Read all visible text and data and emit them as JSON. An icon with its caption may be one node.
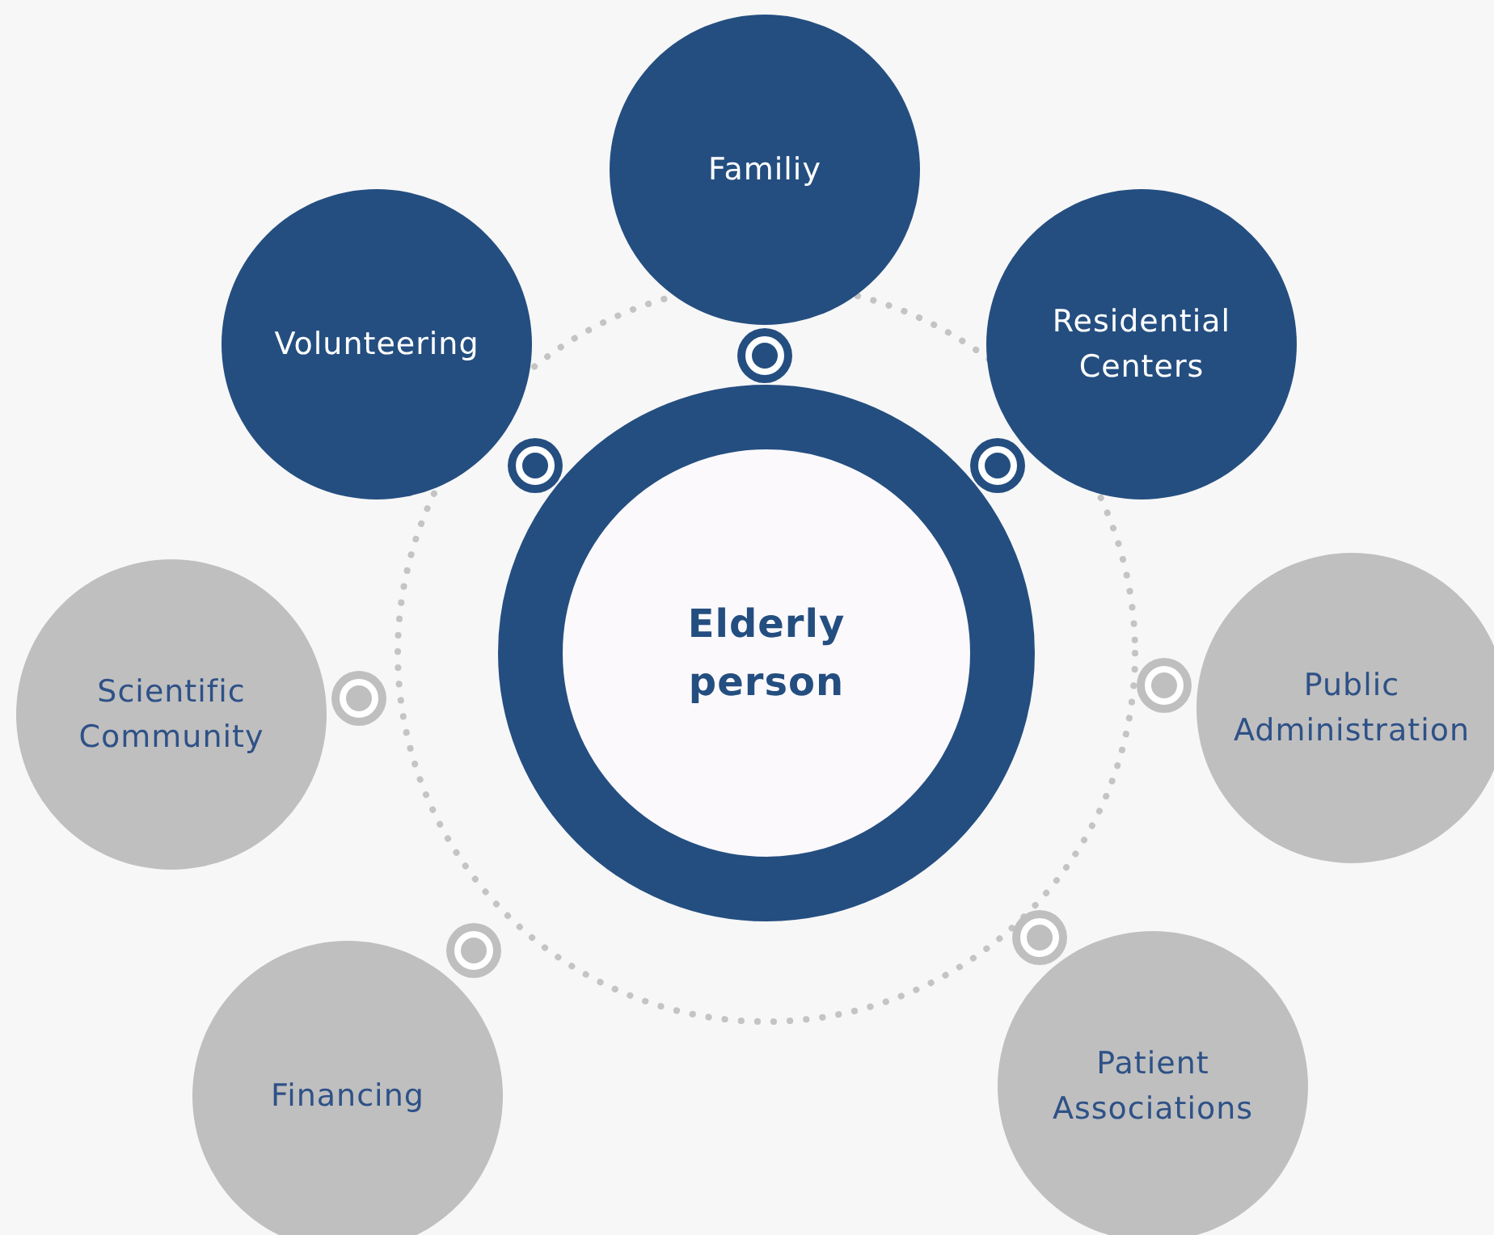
{
  "diagram": {
    "nodes": [
      {
        "text": [
          "Elderly person"
        ]
      },
      {
        "text": [
          "Familiy"
        ]
      },
      {
        "text": [
          "Volunteering"
        ]
      },
      {
        "text": [
          "Residential Centers"
        ]
      },
      {
        "text": [
          "Scientific Community"
        ]
      },
      {
        "text": [
          "Public Administration"
        ]
      },
      {
        "text": [
          "Financing"
        ]
      },
      {
        "text": [
          "Patient Associations"
        ]
      }
    ]
  }
}
